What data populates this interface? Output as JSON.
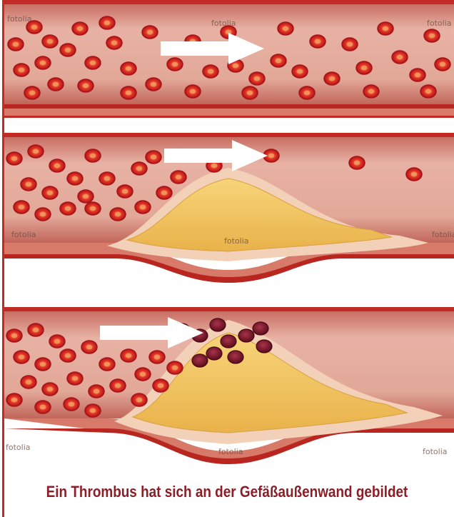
{
  "panels": [
    {
      "watermarks": [
        "fotolia",
        "fotolia",
        "fotolia"
      ]
    },
    {
      "watermarks": [
        "fotolia",
        "fotolia",
        "fotolia"
      ]
    },
    {
      "watermarks": [
        "fotolia",
        "fotolia",
        "fotolia"
      ]
    }
  ],
  "caption": "Ein Thrombus hat sich an der Gefäßaußenwand gebildet",
  "colors": {
    "vessel_wall": "#c22a26",
    "lumen": "#dfa394",
    "blood_cell": "#e0352a",
    "thrombus_cell": "#7a1426",
    "plaque": "#f0c060",
    "arrow": "#ffffff",
    "caption": "#8a1f28"
  },
  "icons": [
    "flow-arrow",
    "red-blood-cell",
    "clot-cell",
    "plaque"
  ]
}
